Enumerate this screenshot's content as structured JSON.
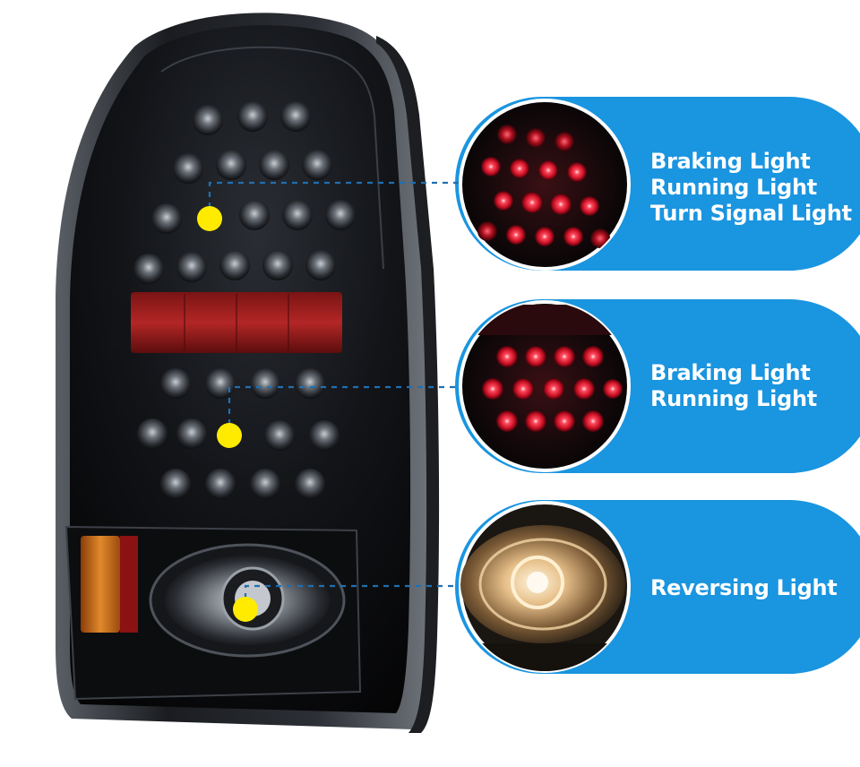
{
  "features": [
    {
      "labels": [
        "Braking Light",
        "Running Light",
        "Turn Signal Light"
      ],
      "theme": "red-led-cluster"
    },
    {
      "labels": [
        "Braking Light",
        "Running Light"
      ],
      "theme": "red-led-cluster-lit"
    },
    {
      "labels": [
        "Reversing Light"
      ],
      "theme": "white-reverse-lamp"
    }
  ],
  "colors": {
    "pill_blue": "#1a95e0",
    "marker_yellow": "#ffeb00",
    "led_red": "#e2112a",
    "amber_reflector": "#d9761a",
    "housing_black": "#0b0c0e"
  }
}
